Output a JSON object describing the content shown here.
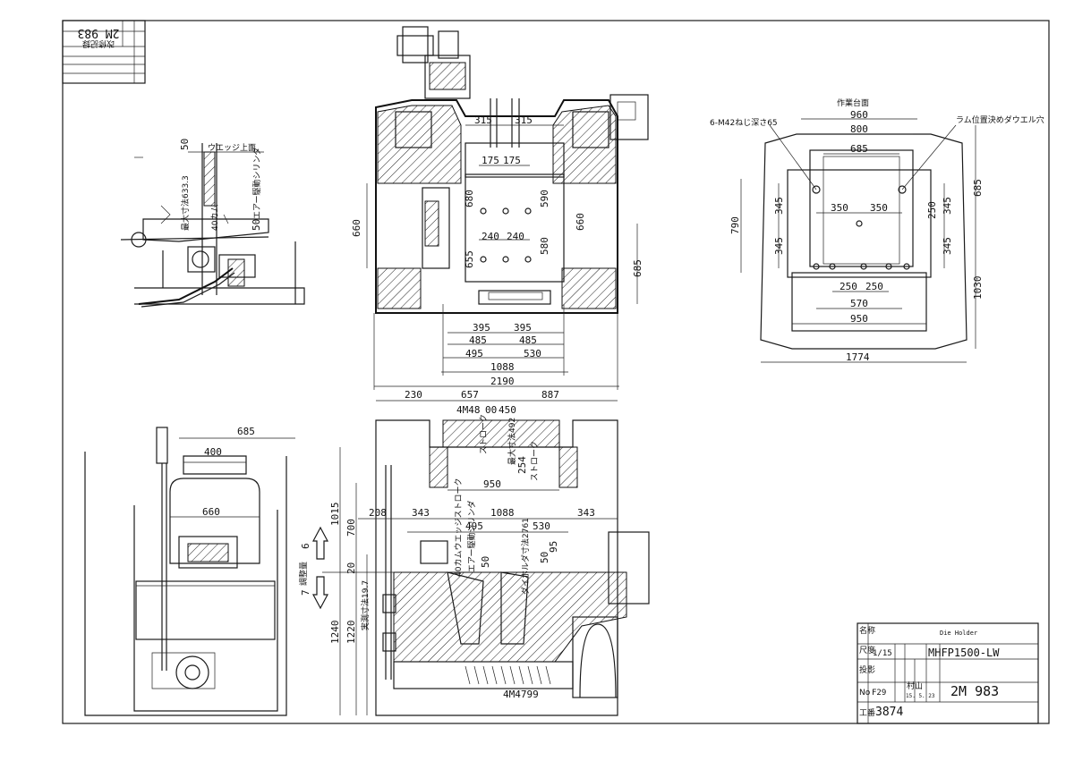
{
  "title_block": {
    "die_holder": "Die Holder",
    "scale_value": "1/15",
    "model": "MHFP1500-LW",
    "sheet_size": "F29",
    "approver": "村山",
    "date": "15. 5. 23",
    "drawing_no": "2M 983",
    "work_no": "3874",
    "row_labels": [
      "名称",
      "尺度",
      "投影",
      "No",
      "工番"
    ]
  },
  "revision_block": {
    "drawing_no_rotated": "2M 983",
    "label": "改修記録"
  },
  "wedge_view": {
    "label_wedge_top": "ウエッジ上面",
    "label_air_cylinder": "エアー駆動シリンダ",
    "dim_max_height": "最大寸法633.3",
    "dim_50": "50",
    "dim_40_cam": "40カム"
  },
  "front_view": {
    "dims": [
      "315",
      "315",
      "175",
      "175",
      "680",
      "590",
      "240",
      "240",
      "580",
      "655",
      "660",
      "660",
      "685",
      "395",
      "395",
      "485",
      "485",
      "495",
      "530",
      "1088",
      "2190"
    ]
  },
  "plan_view": {
    "label_table": "作業台面",
    "label_tap": "6-M42ねじ深さ65",
    "label_dowel": "ラム位置決めダウエル穴",
    "dims": [
      "960",
      "800",
      "685",
      "350",
      "350",
      "250",
      "345",
      "345",
      "345",
      "345",
      "685",
      "790",
      "1030",
      "250",
      "250",
      "570",
      "950",
      "1774"
    ]
  },
  "side_view": {
    "dims": [
      "685",
      "400",
      "660"
    ],
    "label_adjust": "調整量",
    "dim_6": "6",
    "dim_7": "7"
  },
  "section_view": {
    "dims_top": [
      "230",
      "657",
      "887"
    ],
    "label_tap_top": "4M48",
    "dim_00": "00",
    "dim_450": "450",
    "label_stroke": "ストローク",
    "label_max_dim": "最大寸法492",
    "dim_254": "254",
    "label_stroke2": "ストローク",
    "dim_950": "950",
    "dim_208": "208",
    "dim_343a": "343",
    "dim_495": "495",
    "dim_1088": "1088",
    "dim_343b": "343",
    "dim_530": "530",
    "label_die_holder_dim": "ダイホルダ寸法2761",
    "label_cam_wedge": "40カムウエッジストローク",
    "label_air_cyl": "エアー駆動シリンダ",
    "dim_1015": "1015",
    "dim_700": "700",
    "dim_20": "20",
    "dim_50": "50",
    "dim_50b": "50",
    "dim_95": "95",
    "label_real_dim": "実測寸法19.7",
    "dim_1240": "1240",
    "dim_1220": "1220",
    "label_tap_bottom": "4M4799"
  }
}
